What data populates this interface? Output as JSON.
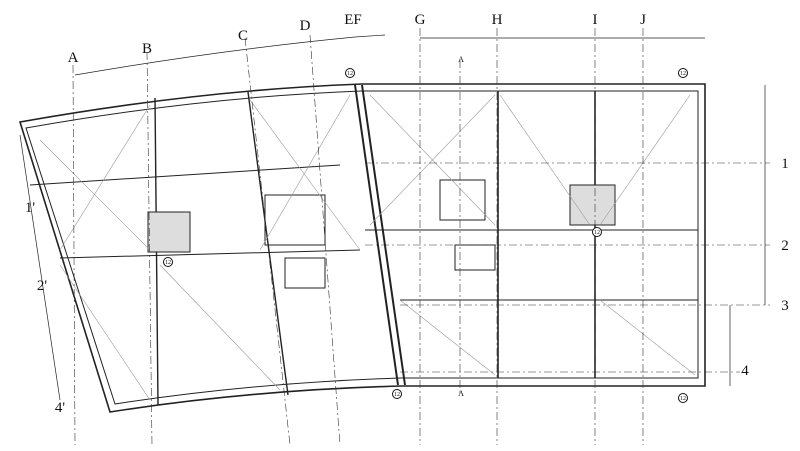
{
  "drawing": {
    "top_axes": [
      "A",
      "B",
      "C",
      "D",
      "EF",
      "G",
      "H",
      "I",
      "J"
    ],
    "right_axes": [
      "1",
      "2",
      "3",
      "4"
    ],
    "left_axes": [
      "1'",
      "2'",
      "4'"
    ],
    "section_marker": "A",
    "callout": "12"
  }
}
